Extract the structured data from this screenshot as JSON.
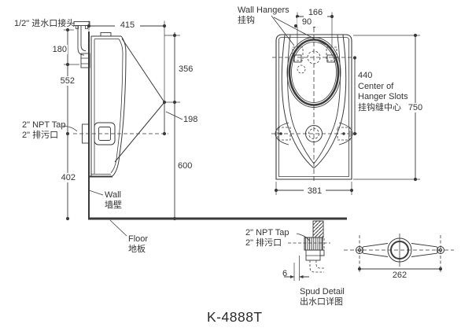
{
  "page": {
    "model_number": "K-4888T"
  },
  "side_view": {
    "inlet_label": "1/2\" 进水口接头",
    "npt_tap_line1": "2\" NPT Tap",
    "npt_tap_line2": "2\" 排污口",
    "wall_en": "Wall",
    "wall_zh": "墙壁",
    "floor_en": "Floor",
    "floor_zh": "地板",
    "dim_depth": "415",
    "dim_inlet_height": "180",
    "dim_inlet_to_spud": "552",
    "dim_spud_to_floor": "402",
    "dim_top_to_lip": "356",
    "dim_lip_to_spud": "198",
    "dim_lip_to_floor": "600"
  },
  "front_view": {
    "wall_hangers_en": "Wall Hangers",
    "wall_hangers_zh": "挂钩",
    "dim_hanger_spacing": "166",
    "dim_hanger_to_center": "90",
    "dim_hanger_slot_drop": "440",
    "hanger_caption_l1": "Center of",
    "hanger_caption_l2": "Hanger Slots",
    "hanger_caption_zh": "挂钩缝中心",
    "dim_height": "750",
    "dim_width": "381"
  },
  "spud_detail": {
    "npt_tap_line1": "2\" NPT Tap",
    "npt_tap_line2": "2\" 排污口",
    "dim_gap": "6",
    "caption_en": "Spud Detail",
    "caption_zh": "出水口详图",
    "dim_bracket_width": "262"
  },
  "colors": {
    "line": "#3a3a3a",
    "text": "#333333",
    "background": "#ffffff"
  }
}
